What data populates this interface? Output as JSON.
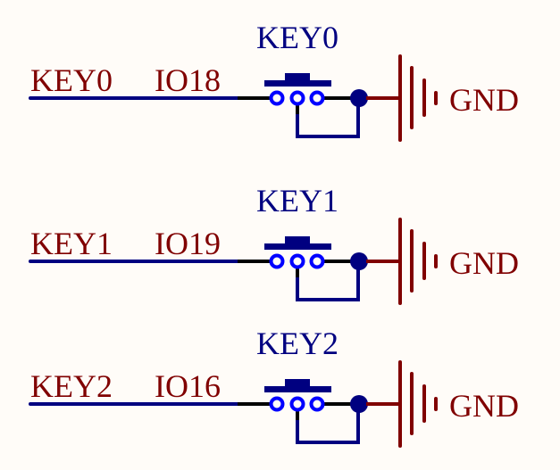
{
  "title": "Push-button key schematic",
  "colors": {
    "background": "#FFFCF8",
    "net_label": "#800000",
    "designator": "#000080",
    "wire": "#000080",
    "pin_wire": "#000000",
    "pin_circle": "#0000FF",
    "junction": "#000080",
    "ground": "#800000"
  },
  "keys": [
    {
      "designator": "KEY0",
      "net": "KEY0",
      "io": "IO18",
      "ground_label": "GND"
    },
    {
      "designator": "KEY1",
      "net": "KEY1",
      "io": "IO19",
      "ground_label": "GND"
    },
    {
      "designator": "KEY2",
      "net": "KEY2",
      "io": "IO16",
      "ground_label": "GND"
    }
  ]
}
